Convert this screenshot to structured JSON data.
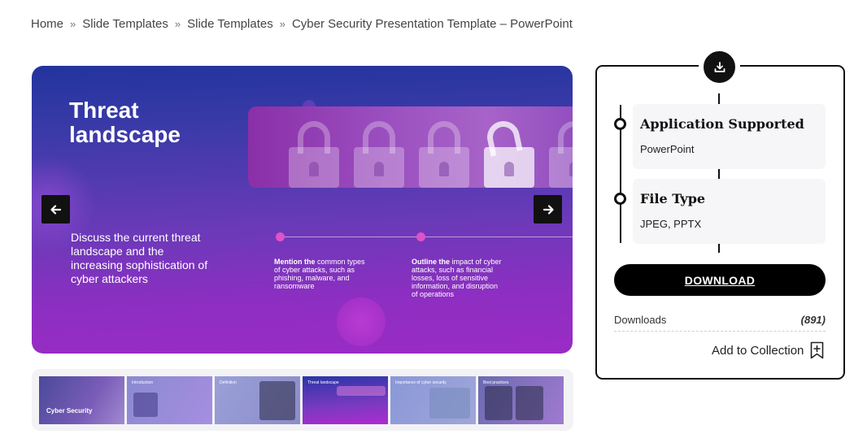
{
  "breadcrumb": {
    "items": [
      "Home",
      "Slide Templates",
      "Slide Templates",
      "Cyber Security Presentation Template – PowerPoint"
    ],
    "separator": "»"
  },
  "slide": {
    "title": "Threat landscape",
    "description": "Discuss the current threat landscape and the increasing sophistication of cyber attackers",
    "timeline": [
      {
        "bold": "Mention the",
        "text": " common types of cyber attacks, such as phishing, malware, and ransomware"
      },
      {
        "bold": "Outline the",
        "text": " impact of cyber attacks, such as financial losses, loss of sensitive information, and disruption of operations"
      }
    ],
    "prev_icon": "arrow-left-icon",
    "next_icon": "arrow-right-icon"
  },
  "thumbnails": [
    {
      "label": "",
      "big": "Cyber Security"
    },
    {
      "label": "Introduction",
      "big": ""
    },
    {
      "label": "Definition",
      "big": ""
    },
    {
      "label": "Threat landscape",
      "big": ""
    },
    {
      "label": "Importance of cyber security",
      "big": ""
    },
    {
      "label": "Best practices",
      "big": ""
    }
  ],
  "info": {
    "badge_icon": "download-icon",
    "app_heading": "Application Supported",
    "app_value": "PowerPoint",
    "file_heading": "File Type",
    "file_value": "JPEG, PPTX",
    "download_label": "DOWNLOAD",
    "downloads_label": "Downloads",
    "downloads_count": "(891)",
    "collection_label": "Add to Collection",
    "collection_icon": "bookmark-add-icon"
  },
  "colors": {
    "accent": "#111111",
    "slide_gradient_top": "#22349e",
    "slide_gradient_bottom": "#9a2cc4",
    "timeline_dot": "#e052c8"
  }
}
